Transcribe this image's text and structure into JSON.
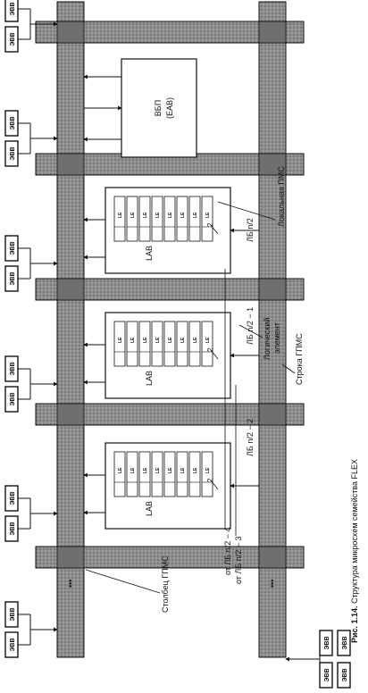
{
  "diagram": {
    "caption_bold": "Рис. 1.14.",
    "caption": " Структура микросхем семейства FLEX",
    "io_element_label": "ЭВВ",
    "lab_label": "LAB",
    "le_label": "LE",
    "ebp_title": "ВБП",
    "ebp_subtitle": "(EAB)",
    "lb_labels": [
      "ЛБ n/2 − 2",
      "ЛБ n/2 − 1",
      "ЛБ n/2"
    ],
    "from_lb_labels": [
      "от ЛБ n/2 − 4",
      "от ЛБ n/2 − 3"
    ],
    "annotations": {
      "column_gpms": "Столбец ГПМС",
      "row_gpms": "Строка ГПМС",
      "logic_element_line1": "Логический",
      "logic_element_line2": "элемент",
      "local_pms": "Локальная ПМС"
    },
    "bus_width_label": "2",
    "ellipsis": "•••"
  },
  "colors": {
    "bus_fill": "#8a8a8a",
    "line": "#111111",
    "background": "#ffffff"
  }
}
